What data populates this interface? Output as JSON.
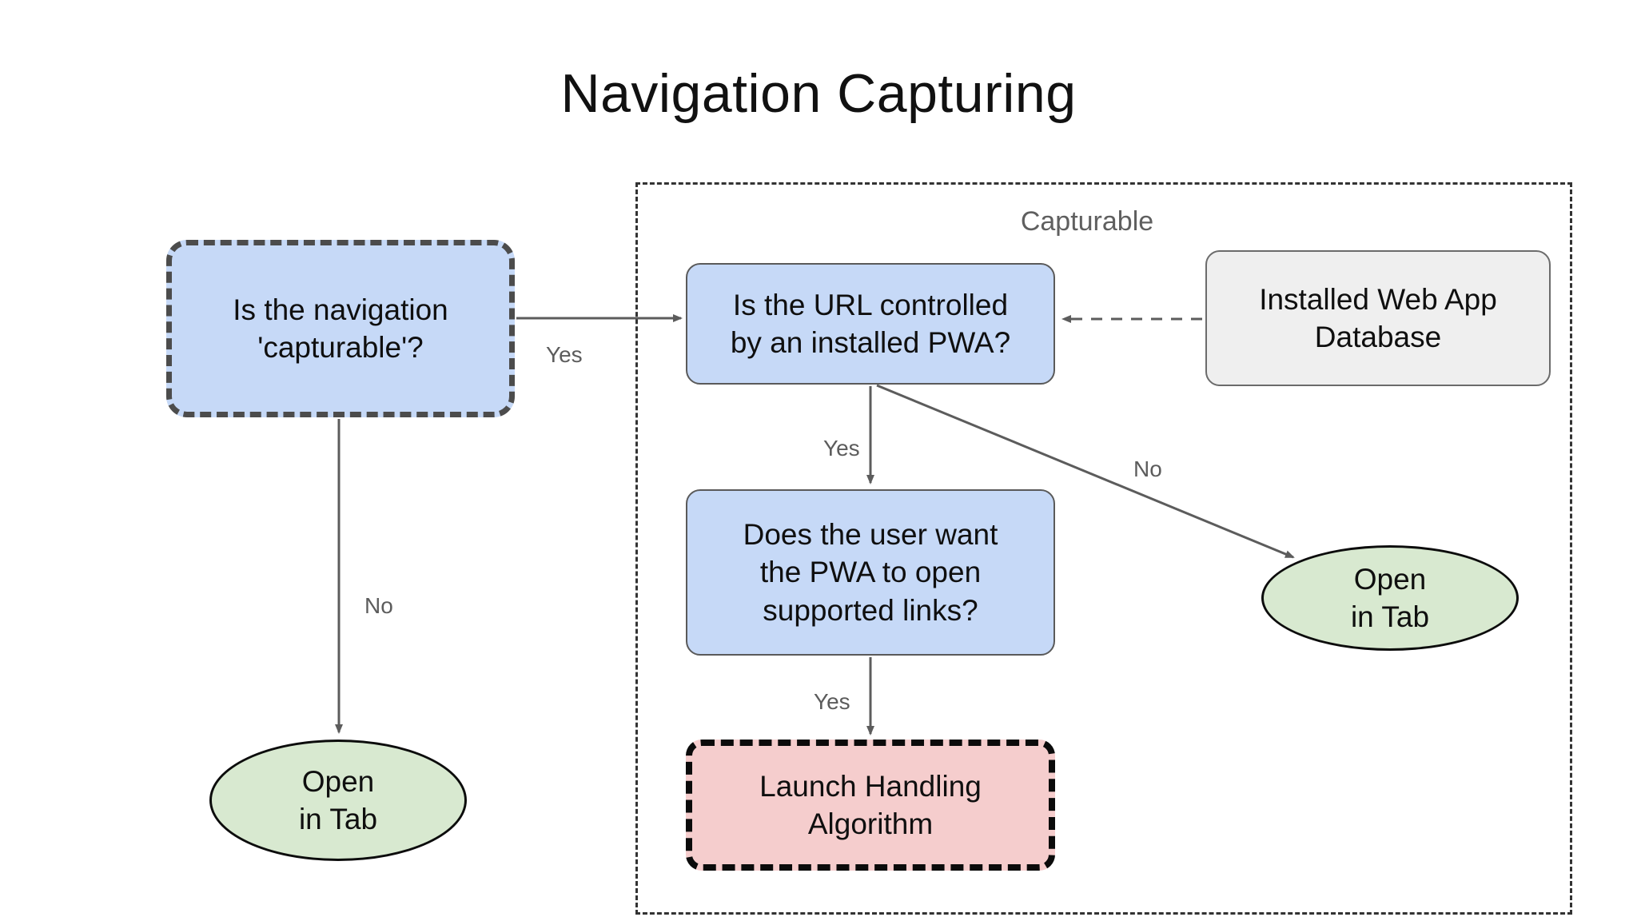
{
  "page": {
    "title": "Navigation Capturing",
    "background": "#ffffff"
  },
  "group": {
    "label": "Capturable",
    "border_color": "#333333",
    "border_style": "dashed"
  },
  "colors": {
    "blue_fill": "#c6d9f7",
    "gray_fill": "#efefef",
    "pink_fill": "#f5cdcd",
    "green_fill": "#d8e9d0",
    "edge_stroke": "#5c5c5c",
    "dashed_emphasis": "#4c4c4c",
    "text": "#0f0f0f",
    "muted_text": "#5f5f5f"
  },
  "nodes": {
    "capturable_question": {
      "lines": [
        "Is the navigation",
        "'capturable'?"
      ],
      "shape": "rounded-rect",
      "style": "dashed-emphasis",
      "fill": "#c6d9f7"
    },
    "url_question": {
      "lines": [
        "Is the URL controlled",
        "by an installed PWA?"
      ],
      "shape": "rounded-rect",
      "style": "solid",
      "fill": "#c6d9f7"
    },
    "webapp_db": {
      "lines": [
        "Installed Web App",
        "Database"
      ],
      "shape": "rounded-rect",
      "style": "solid",
      "fill": "#efefef"
    },
    "user_pref_question": {
      "lines": [
        "Does the user want",
        "the PWA to open",
        "supported links?"
      ],
      "shape": "rounded-rect",
      "style": "solid",
      "fill": "#c6d9f7"
    },
    "launch_handling": {
      "lines": [
        "Launch Handling",
        "Algorithm"
      ],
      "shape": "rounded-rect",
      "style": "dashed-emphasis",
      "fill": "#f5cdcd"
    },
    "open_tab_left": {
      "lines": [
        "Open",
        "in Tab"
      ],
      "shape": "ellipse",
      "style": "solid",
      "fill": "#d8e9d0"
    },
    "open_tab_right": {
      "lines": [
        "Open",
        "in Tab"
      ],
      "shape": "ellipse",
      "style": "solid",
      "fill": "#d8e9d0"
    }
  },
  "edges": [
    {
      "id": "capturable-yes-url",
      "from": "capturable_question",
      "to": "url_question",
      "label": "Yes",
      "style": "solid",
      "arrow": "end"
    },
    {
      "id": "capturable-no-opentab",
      "from": "capturable_question",
      "to": "open_tab_left",
      "label": "No",
      "style": "solid",
      "arrow": "end"
    },
    {
      "id": "url-yes-userpref",
      "from": "url_question",
      "to": "user_pref_question",
      "label": "Yes",
      "style": "solid",
      "arrow": "end"
    },
    {
      "id": "url-no-opentab",
      "from": "url_question",
      "to": "open_tab_right",
      "label": "No",
      "style": "solid",
      "arrow": "end"
    },
    {
      "id": "userpref-yes-launch",
      "from": "user_pref_question",
      "to": "launch_handling",
      "label": "Yes",
      "style": "solid",
      "arrow": "end"
    },
    {
      "id": "db-to-url",
      "from": "webapp_db",
      "to": "url_question",
      "label": "",
      "style": "dashed",
      "arrow": "end"
    }
  ],
  "edge_labels": {
    "yes_capturable": "Yes",
    "no_capturable": "No",
    "yes_url": "Yes",
    "no_url": "No",
    "yes_userpref": "Yes"
  }
}
